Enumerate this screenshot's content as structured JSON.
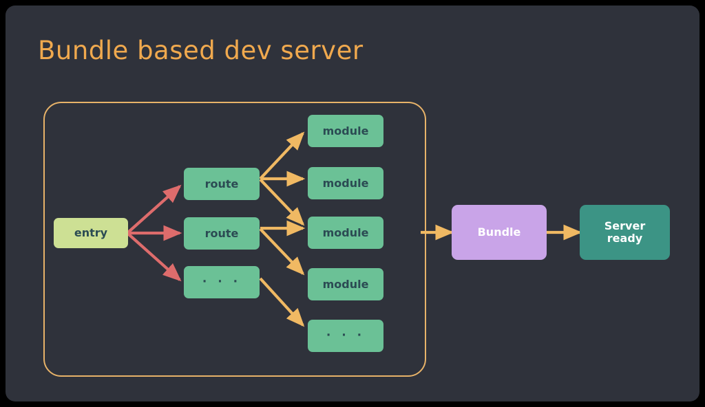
{
  "slide": {
    "title": "Bundle based dev server",
    "title_color": "#f0a94e",
    "background_color": "#2f323b",
    "outer_background_color": "#000000"
  },
  "group": {
    "name": "bundle-group",
    "border_color": "#e8b369"
  },
  "colors": {
    "entry_fill": "#cde094",
    "node_fill": "#6bc196",
    "node_text": "#2b4b53",
    "bundle_fill": "#c9a4e8",
    "server_fill": "#3c9485",
    "arrow_red": "#de6c6c",
    "arrow_orange": "#f0b963",
    "white_text": "#ffffff"
  },
  "nodes": {
    "entry": {
      "label": "entry"
    },
    "routes": [
      {
        "label": "route"
      },
      {
        "label": "route"
      },
      {
        "label": "· · ·"
      }
    ],
    "modules": [
      {
        "label": "module"
      },
      {
        "label": "module"
      },
      {
        "label": "module"
      },
      {
        "label": "module"
      },
      {
        "label": "· · ·"
      }
    ],
    "bundle": {
      "label": "Bundle"
    },
    "server": {
      "label_line1": "Server",
      "label_line2": "ready"
    }
  }
}
